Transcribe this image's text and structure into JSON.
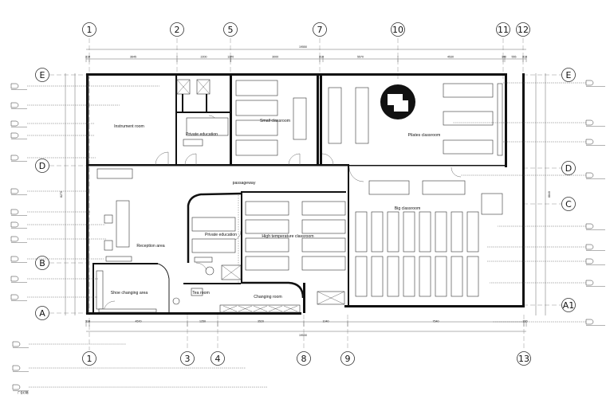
{
  "axes": {
    "top": [
      "1",
      "2",
      "5",
      "7",
      "10",
      "11",
      "12"
    ],
    "bottom": [
      "1",
      "3",
      "4",
      "8",
      "9",
      "13"
    ],
    "left": [
      "E",
      "D",
      "B",
      "A"
    ],
    "right": [
      "E",
      "D",
      "C",
      "A1"
    ]
  },
  "rooms": {
    "instrument_room": "Instrument room",
    "private_education_top": "Private education",
    "small_classroom": "Small classroom",
    "pilates_classroom": "Pilates classroom",
    "passageway": "passageway",
    "big_classroom": "Big classroom",
    "private_education": "Private education",
    "high_temperature_classroom": "High temperature classroom",
    "reception_area": "Reception area",
    "shoe_changing_area": "Shoe changing area",
    "tea_room": "Tea room",
    "changing_room": "Changing room"
  },
  "dimensions": {
    "total_width": "19550",
    "top_segments": [
      "310",
      "3645",
      "2200",
      "1270",
      "3000",
      "310",
      "5570",
      "4530",
      "140",
      "555",
      "310"
    ],
    "bottom_segments": [
      "310",
      "4570",
      "1250",
      "3520",
      "1040",
      "7540",
      "310"
    ],
    "left_total": "8270",
    "right_total": "8840"
  },
  "annotations": {
    "bottom_label": "广告灯箱"
  }
}
